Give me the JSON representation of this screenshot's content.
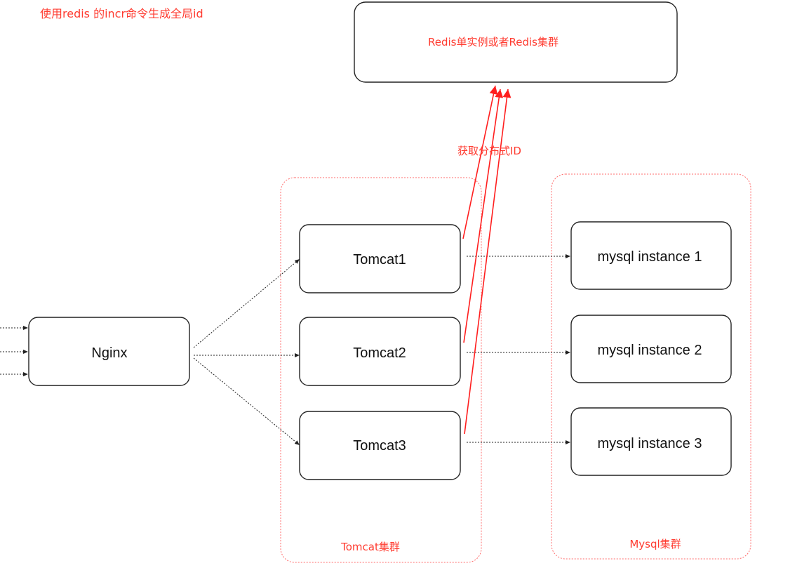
{
  "header": {
    "title": "使用redis 的incr命令生成全局id"
  },
  "redis": {
    "label": "Redis单实例或者Redis集群"
  },
  "arrow_label": {
    "text": "获取分布式ID"
  },
  "nginx": {
    "label": "Nginx"
  },
  "tomcat_cluster": {
    "label": "Tomcat集群",
    "nodes": [
      {
        "label": "Tomcat1"
      },
      {
        "label": "Tomcat2"
      },
      {
        "label": "Tomcat3"
      }
    ]
  },
  "mysql_cluster": {
    "label": "Mysql集群",
    "nodes": [
      {
        "label": "mysql instance 1"
      },
      {
        "label": "mysql instance 2"
      },
      {
        "label": "mysql instance 3"
      }
    ]
  },
  "colors": {
    "accent": "#ff3b30",
    "border": "#222222",
    "cluster_border": "#ff6b6b"
  }
}
